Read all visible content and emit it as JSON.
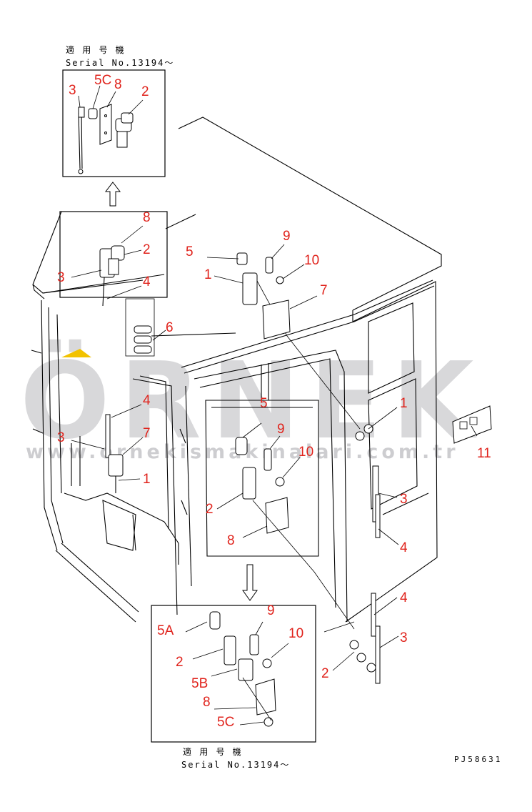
{
  "watermark": {
    "brand": "ÖRNEK",
    "url": "www.ornekismakinalari.com.tr",
    "accent_color": "#f2c200",
    "gray": "#b9b9bd"
  },
  "insets": {
    "top": {
      "title_jp": "適 用 号 機",
      "serial": "Serial No.13194～"
    },
    "bottom": {
      "title_jp": "適 用 号 機",
      "serial": "Serial No.13194～"
    }
  },
  "drawing_code": "PJ58631",
  "callouts": {
    "top_inset": {
      "c3": "3",
      "c5c": "5C",
      "c8": "8",
      "c2": "2"
    },
    "left": {
      "c8": "8",
      "c2": "2",
      "c3a": "3",
      "c4a": "4",
      "c6": "6",
      "c4b": "4",
      "c3b": "3",
      "c7": "7",
      "c1": "1"
    },
    "roof": {
      "c5": "5",
      "c9": "9",
      "c10": "10",
      "c1": "1",
      "c7": "7"
    },
    "center": {
      "c5": "5",
      "c9": "9",
      "c10": "10",
      "c2": "2",
      "c8": "8"
    },
    "right": {
      "c1": "1",
      "c11": "11",
      "c3": "3",
      "c4a": "4",
      "c4b": "4",
      "c3b": "3",
      "c2": "2"
    },
    "bottom_inset": {
      "c9": "9",
      "c5a": "5A",
      "c10": "10",
      "c2": "2",
      "c5b": "5B",
      "c8": "8",
      "c5c": "5C"
    }
  }
}
